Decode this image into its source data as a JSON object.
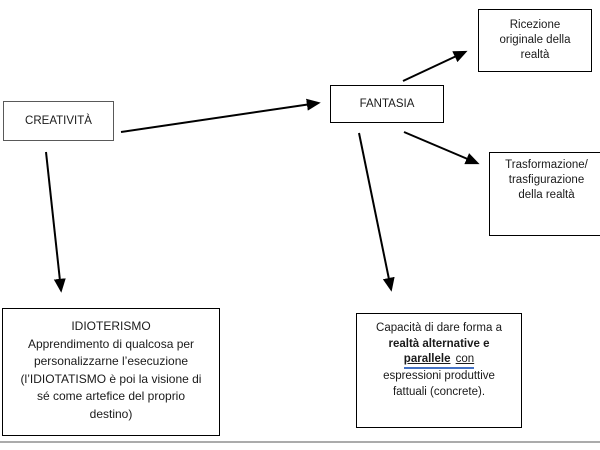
{
  "diagram": {
    "nodes": {
      "creativita": {
        "label": "CREATIVITÀ"
      },
      "fantasia": {
        "label": "FANTASIA"
      },
      "ricezione": {
        "lines": [
          "Ricezione",
          "originale della",
          "realtà"
        ]
      },
      "trasformazione": {
        "lines": [
          "Trasformazione/",
          "trasfigurazione",
          "della realtà"
        ]
      },
      "idioterismo": {
        "lines": [
          "IDIOTERISMO",
          "Apprendimento di qualcosa per",
          "personalizzarne l’esecuzione",
          "(l’IDIOTATISMO è poi la visione di",
          "sé come artefice del proprio",
          "destino)"
        ]
      },
      "capacita": {
        "line1": "Capacità di dare forma a",
        "line2": "realtà alternative e",
        "line3_word1": "parallele",
        "line3_word2": "con",
        "line4": "espressioni produttive",
        "line5": "fattuali (concrete)."
      }
    },
    "edges": [
      {
        "from": "creativita",
        "to": "fantasia"
      },
      {
        "from": "creativita",
        "to": "idioterismo"
      },
      {
        "from": "fantasia",
        "to": "ricezione"
      },
      {
        "from": "fantasia",
        "to": "trasformazione"
      },
      {
        "from": "fantasia",
        "to": "capacita"
      }
    ],
    "colors": {
      "arrow": "#000000",
      "border": "#000000",
      "text": "#1a1a1a",
      "grammar_underline": "#4472c4",
      "slide_edge": "#ababab"
    }
  }
}
